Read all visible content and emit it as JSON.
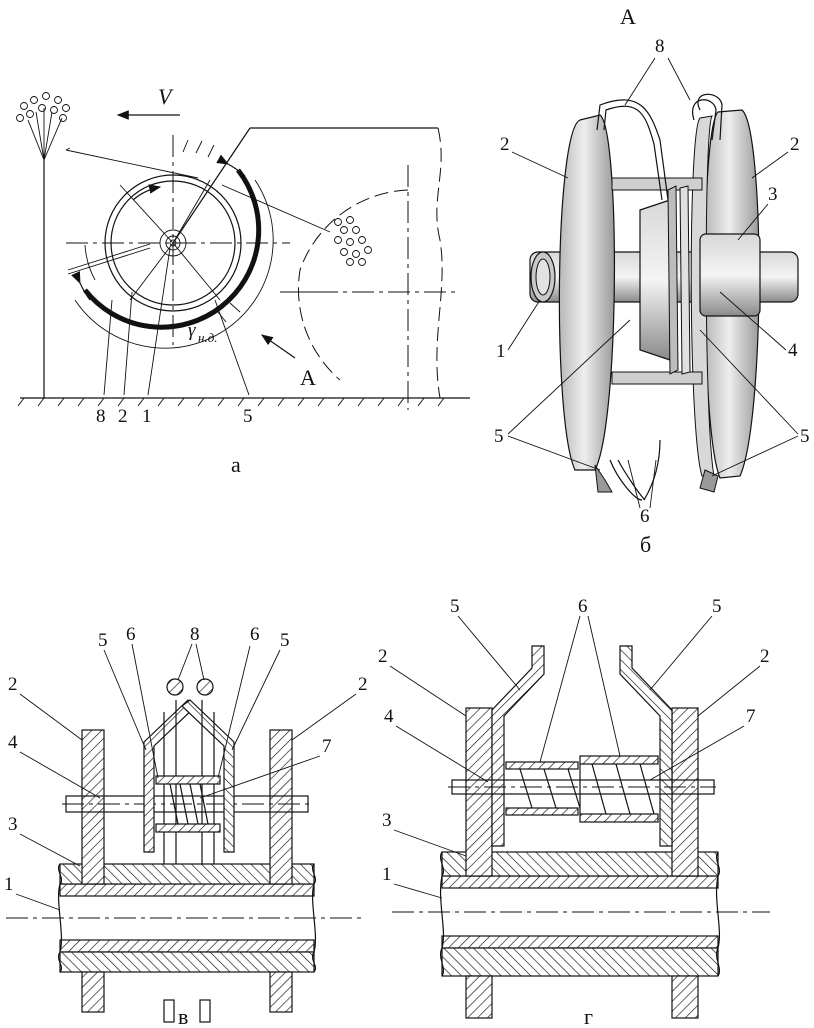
{
  "panel_a": {
    "caption": "а",
    "velocity": "V",
    "angle": "γ",
    "angle_sub": "н.д.",
    "view": "A",
    "labels": {
      "l8": "8",
      "l2": "2",
      "l1": "1",
      "l5": "5"
    }
  },
  "panel_b": {
    "caption": "б",
    "view": "A",
    "labels": {
      "l8": "8",
      "l2a": "2",
      "l2b": "2",
      "l3": "3",
      "l1": "1",
      "l4": "4",
      "l5a": "5",
      "l5b": "5",
      "l6": "6"
    }
  },
  "panel_v": {
    "caption": "в",
    "labels": {
      "l5a": "5",
      "l6a": "6",
      "l8": "8",
      "l6b": "6",
      "l5b": "5",
      "l2a": "2",
      "l2b": "2",
      "l4": "4",
      "l7": "7",
      "l3": "3",
      "l1": "1"
    }
  },
  "panel_g": {
    "caption": "г",
    "labels": {
      "l5a": "5",
      "l6": "6",
      "l5b": "5",
      "l2a": "2",
      "l2b": "2",
      "l4": "4",
      "l7": "7",
      "l3": "3",
      "l1": "1"
    }
  },
  "colors": {
    "ink": "#111111",
    "paper": "#ffffff",
    "disc_light": "#e6e6e6",
    "disc_dark": "#8c8c8c"
  }
}
